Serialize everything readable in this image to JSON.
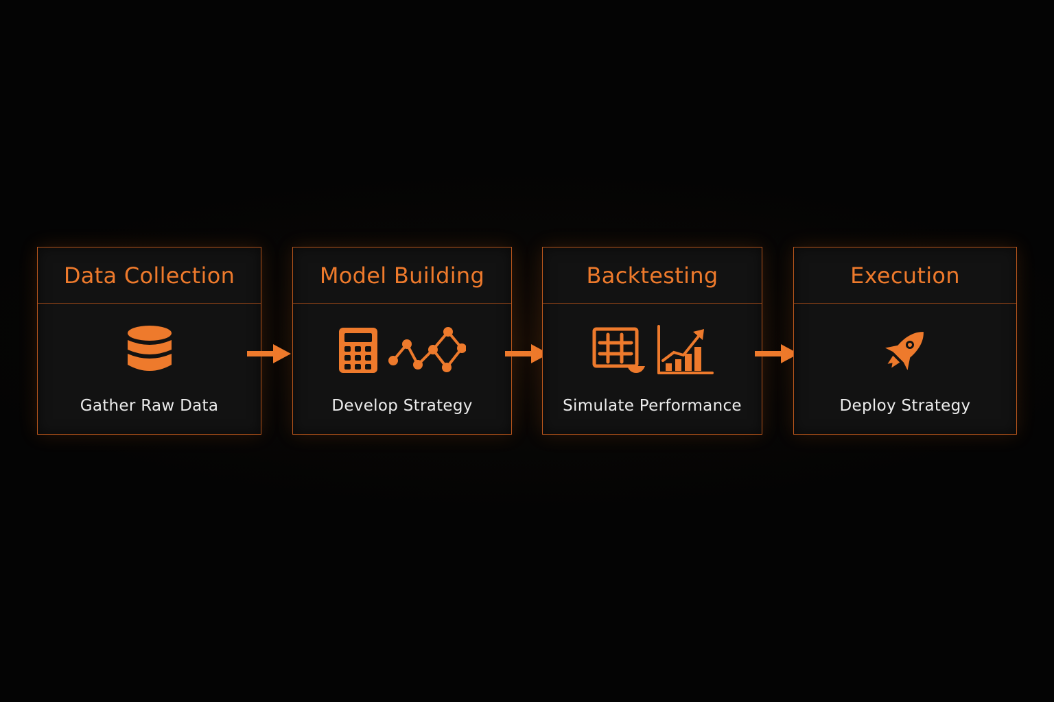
{
  "accent_color": "#ee7a2c",
  "stages": [
    {
      "title": "Data Collection",
      "subtitle": "Gather Raw Data",
      "icons": [
        "database-icon"
      ]
    },
    {
      "title": "Model Building",
      "subtitle": "Develop Strategy",
      "icons": [
        "calculator-icon",
        "network-graph-icon"
      ]
    },
    {
      "title": "Backtesting",
      "subtitle": "Simulate Performance",
      "icons": [
        "grid-table-icon",
        "bar-chart-growth-icon"
      ]
    },
    {
      "title": "Execution",
      "subtitle": "Deploy Strategy",
      "icons": [
        "rocket-icon"
      ]
    }
  ],
  "connectors": [
    "right-arrow-icon",
    "right-arrow-icon",
    "right-arrow-icon"
  ]
}
